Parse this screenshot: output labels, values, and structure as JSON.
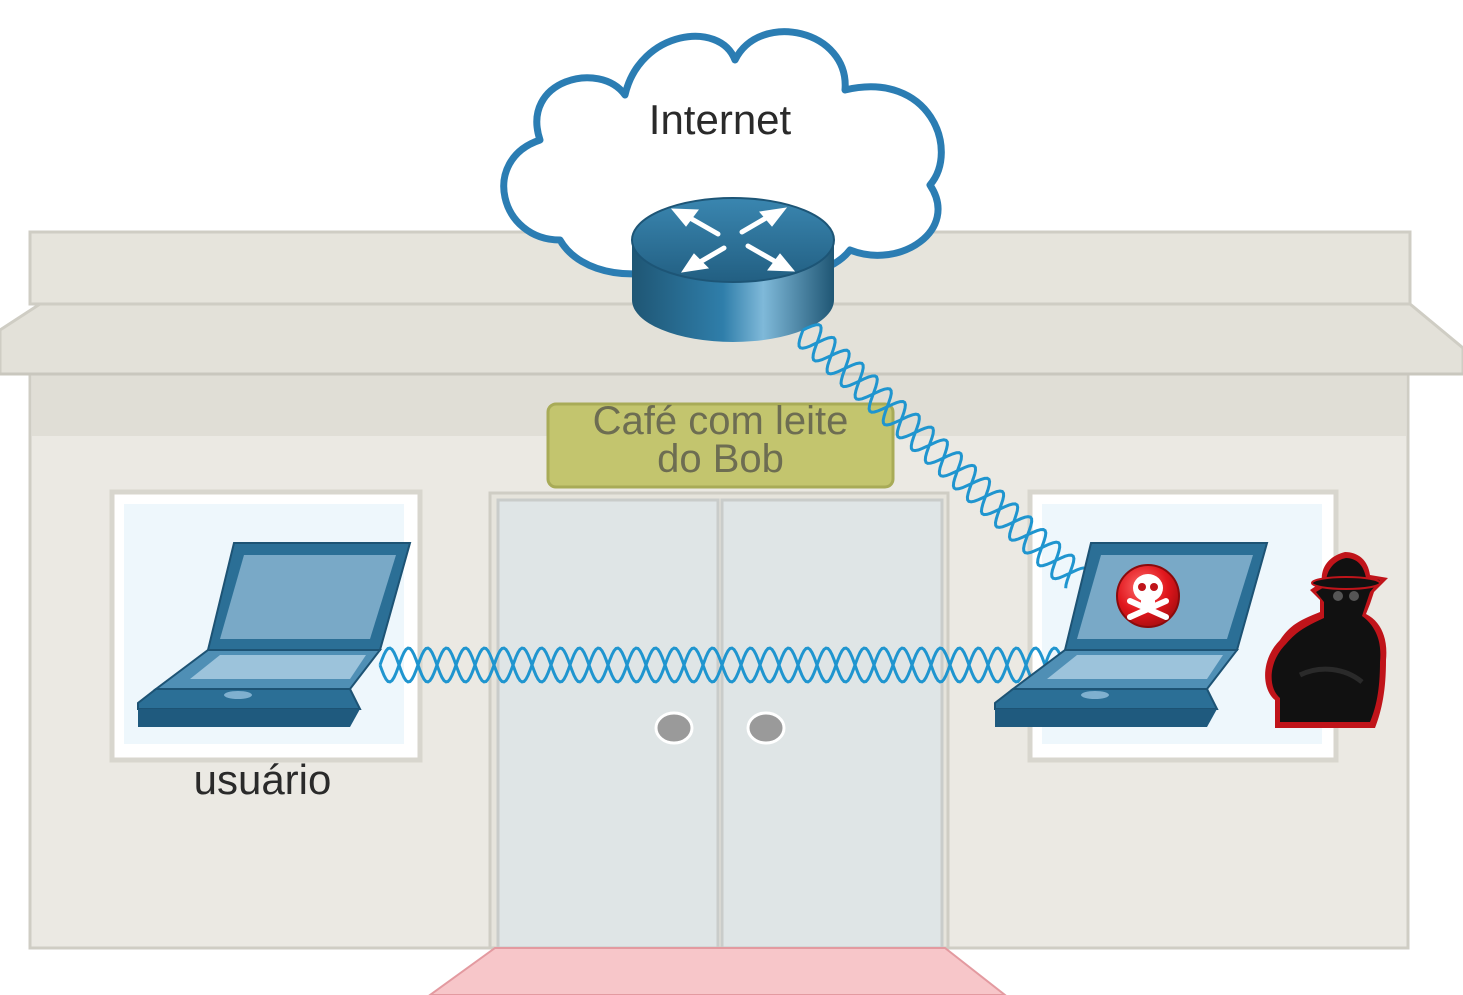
{
  "labels": {
    "internet": "Internet",
    "cafe_line1": "Café com leite",
    "cafe_line2": "do Bob",
    "user": "usuário"
  },
  "icons": {
    "cloud": "cloud-icon",
    "router": "router-icon",
    "user_laptop": "laptop-icon",
    "attacker_laptop": "laptop-icon",
    "malware_badge": "skull-crossbones-icon",
    "attacker": "hacker-icon"
  },
  "colors": {
    "wireless_link": "#1f95cf",
    "device_blue": "#2b6f96",
    "sign": "#c3c56e",
    "doormat": "#f7c6c9",
    "malware_red": "#e0161c"
  }
}
